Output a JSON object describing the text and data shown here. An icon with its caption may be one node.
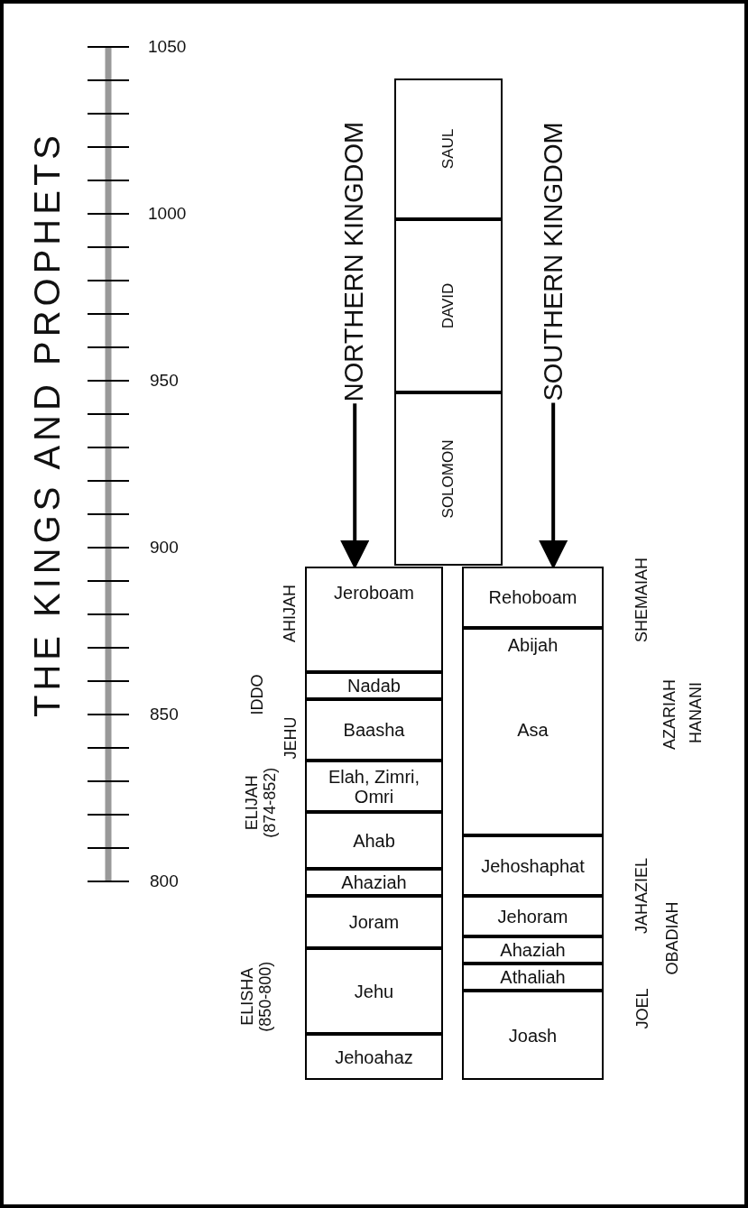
{
  "diagram": {
    "title": "THE KINGS AND PROPHETS",
    "nodes": [
      {
        "text": [
          "SAUL"
        ]
      },
      {
        "text": [
          "DAVID"
        ]
      },
      {
        "text": [
          "SOLOMON"
        ]
      },
      {
        "text": [
          "NORTHERN KINGDOM"
        ]
      },
      {
        "text": [
          "SOUTHERN KINGDOM"
        ]
      },
      {
        "text": [
          "Jeroboam"
        ]
      },
      {
        "text": [
          "Nadab"
        ]
      },
      {
        "text": [
          "Baasha"
        ]
      },
      {
        "text": [
          "Elah, Zimri, Omri"
        ]
      },
      {
        "text": [
          "Ahab"
        ]
      },
      {
        "text": [
          "Ahaziah"
        ]
      },
      {
        "text": [
          "Joram"
        ]
      },
      {
        "text": [
          "Jehu"
        ]
      },
      {
        "text": [
          "Jehoahaz"
        ]
      },
      {
        "text": [
          "Rehoboam"
        ]
      },
      {
        "text": [
          "Abijah",
          "Asa"
        ]
      },
      {
        "text": [
          "Jehoshaphat"
        ]
      },
      {
        "text": [
          "Jehoram"
        ]
      },
      {
        "text": [
          "Ahaziah"
        ]
      },
      {
        "text": [
          "Athaliah"
        ]
      },
      {
        "text": [
          "Joash"
        ]
      }
    ],
    "edges": [
      {
        "from": 3,
        "to": 5,
        "arrow": "to"
      },
      {
        "from": 4,
        "to": 14,
        "arrow": "to"
      }
    ],
    "labels": [
      "1050",
      "1000",
      "950",
      "900",
      "850",
      "800",
      "AHIJAH",
      "IDDO",
      "JEHU",
      "ELIJAH (874-852)",
      "ELISHA (850-800)",
      "SHEMAIAH",
      "AZARIAH",
      "HANANI",
      "JAHAZIEL",
      "OBADIAH",
      "JOEL"
    ]
  }
}
